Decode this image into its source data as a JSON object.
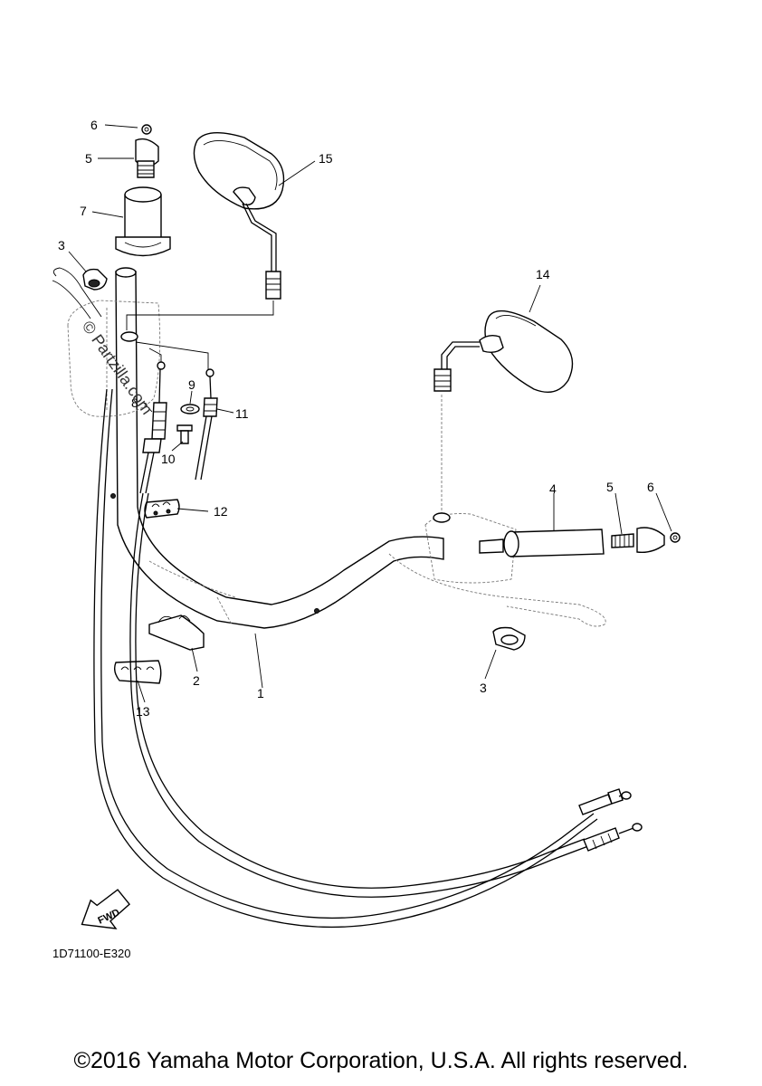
{
  "diagram_code": "1D71100-E320",
  "fwd_label": "FWD",
  "watermark": "© Partzilla.com",
  "copyright": "©2016 Yamaha Motor Corporation, U.S.A. All rights reserved.",
  "callouts": {
    "c1": "1",
    "c2": "2",
    "c3a": "3",
    "c3b": "3",
    "c4": "4",
    "c5a": "5",
    "c5b": "5",
    "c6a": "6",
    "c6b": "6",
    "c7": "7",
    "c8": "8",
    "c9": "9",
    "c10": "10",
    "c11": "11",
    "c12": "12",
    "c13": "13",
    "c14": "14",
    "c15": "15"
  }
}
